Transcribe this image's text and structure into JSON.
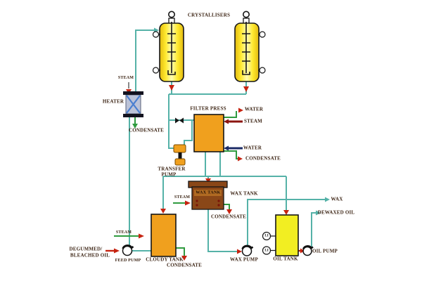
{
  "labels": {
    "crystallisers": "CRYSTALLISERS",
    "heater_steam": "STEAM",
    "heater": "HEATER",
    "heater_condensate": "CONDENSATE",
    "filter_press": "FILTER PRESS",
    "press_water_out": "WATER",
    "press_steam_in": "STEAM",
    "press_water_in": "WATER",
    "press_condensate_out": "CONDENSATE",
    "transfer_pump_line1": "TRANSFER",
    "transfer_pump_line2": "PUMP",
    "wax_tank_inner": "WAX TANK",
    "wax_tank_outer": "WAX TANK",
    "wax_tank_steam": "STEAM",
    "wax_tank_condensate": "CONDENSATE",
    "wax_product": "WAX",
    "dewaxed_oil": "DEWAXED OIL",
    "cloudy_tank_steam": "STEAM",
    "feed_line1": "DEGUMMED/",
    "feed_line2": "BLEACHED OIL",
    "feed_pump": "FEED PUMP",
    "cloudy_tank": "CLOUDY TANK",
    "cloudy_tank_condensate": "CONDENSATE",
    "wax_pump": "WAX PUMP",
    "oil_tank": "OIL TANK",
    "oil_pump": "OIL PUMP",
    "li_indicator_top": "LI",
    "li_indicator_bottom": "LI"
  },
  "colors": {
    "pipe": "#55b2a8",
    "utility_green": "#2f9b3f",
    "water_navy": "#1b2b66",
    "steam_darkred": "#8c1410",
    "arrow_red": "#c62310",
    "equipment_orange": "#f0a01e",
    "crystalliser_yellow": "#ffe92e",
    "oil_tank_yellow": "#f2ee22",
    "wax_tank_brown": "#8a4718",
    "heater_gray": "#bcc3d8",
    "heater_cross_blue": "#4a7fd0",
    "outline_black": "#151515",
    "label_text": "#3b2313"
  }
}
